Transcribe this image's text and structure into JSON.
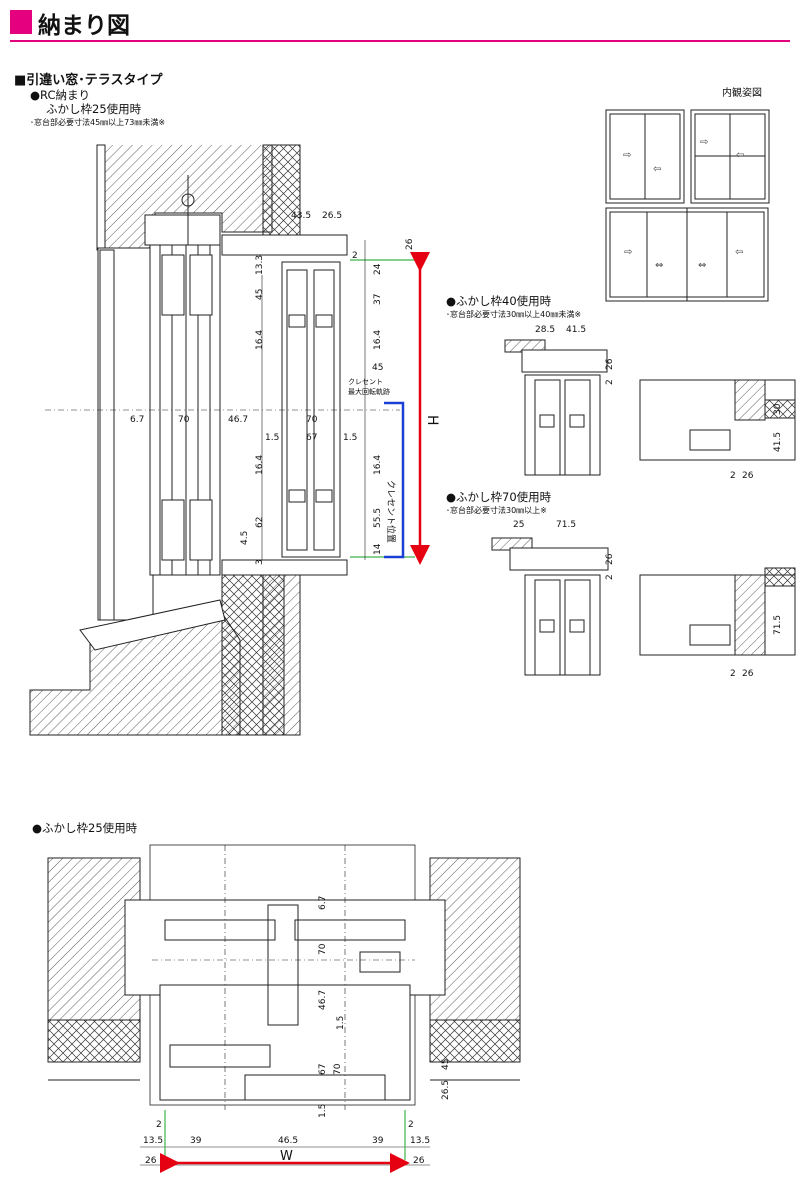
{
  "header": {
    "title": "納まり図"
  },
  "section1": {
    "heading": "■引違い窓･テラスタイプ",
    "case": "●RC納まり",
    "sub": "ふかし枠25使用時",
    "note": "･窓台部必要寸法45㎜以上73㎜未満※",
    "interior_view": "内観姿図",
    "dims": {
      "a": "43.5",
      "b": "26.5",
      "c": "26",
      "d": "2",
      "e": "24",
      "f": "13.3",
      "g": "45",
      "h": "37",
      "i": "16.4",
      "j": "16.4",
      "k": "6.7",
      "l": "70",
      "m": "46.7",
      "n": "70",
      "o": "1.5",
      "p": "67",
      "q": "1.5",
      "r": "16.4",
      "s": "16.4",
      "t": "62",
      "u": "55.5",
      "v": "4.5",
      "w": "3",
      "x": "14",
      "y": "45",
      "H": "H"
    },
    "crescent_max": [
      "クレセント",
      "最大回転軌跡"
    ],
    "crescent_pos": "クレセント位置"
  },
  "section2": {
    "case": "●ふかし枠40使用時",
    "note": "･窓台部必要寸法30㎜以上40㎜未満※",
    "dims": {
      "a": "28.5",
      "b": "41.5",
      "c": "26",
      "d": "2",
      "e": "30",
      "f": "41.5",
      "g": "2",
      "h": "26"
    }
  },
  "section3": {
    "case": "●ふかし枠70使用時",
    "note": "･窓台部必要寸法30㎜以上※",
    "dims": {
      "a": "25",
      "b": "71.5",
      "c": "26",
      "d": "2",
      "e": "71.5",
      "f": "2",
      "g": "26"
    }
  },
  "section4": {
    "case": "●ふかし枠25使用時",
    "dims": {
      "v1": "6.7",
      "v2": "70",
      "v3": "46.7",
      "v4": "1.5",
      "v5": "67",
      "v6": "70",
      "v7": "1.5",
      "v8": "45",
      "v9": "26.5",
      "b1": "2",
      "b2": "13.5",
      "b3": "39",
      "b4": "46.5",
      "b5": "39",
      "b6": "2",
      "b7": "13.5",
      "b8": "26",
      "b9": "26",
      "W": "W"
    }
  },
  "colors": {
    "accent": "#e5007f",
    "red": "#e50012",
    "blue": "#1b3fd6",
    "green": "#3cb34a"
  }
}
